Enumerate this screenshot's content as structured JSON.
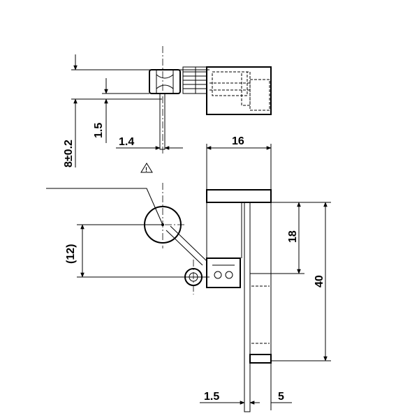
{
  "drawing": {
    "top_view_dims": {
      "height_total": "8±0.2",
      "height_small": "1.5",
      "width_small": "1.4"
    },
    "main_view_dims": {
      "width_top": "16",
      "height_upper": "18",
      "height_total": "40",
      "lever_offset": "(12)",
      "bottom_left": "1.5",
      "bottom_right": "5"
    },
    "warning_symbol": {
      "glyph": "!",
      "icon": "warning-triangle-icon"
    },
    "colors": {
      "line": "#000000",
      "background": "#ffffff"
    }
  }
}
